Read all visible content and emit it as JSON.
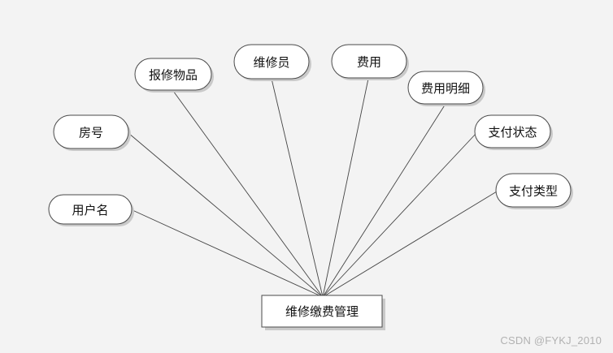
{
  "diagram": {
    "entity": {
      "label": "维修缴费管理"
    },
    "attributes": [
      {
        "id": "username",
        "label": "用户名"
      },
      {
        "id": "room-no",
        "label": "房号"
      },
      {
        "id": "repair-item",
        "label": "报修物品"
      },
      {
        "id": "repairman",
        "label": "维修员"
      },
      {
        "id": "fee",
        "label": "费用"
      },
      {
        "id": "fee-detail",
        "label": "费用明细"
      },
      {
        "id": "pay-status",
        "label": "支付状态"
      },
      {
        "id": "pay-type",
        "label": "支付类型"
      }
    ]
  },
  "watermark": {
    "text": "CSDN @FYKJ_2010"
  }
}
